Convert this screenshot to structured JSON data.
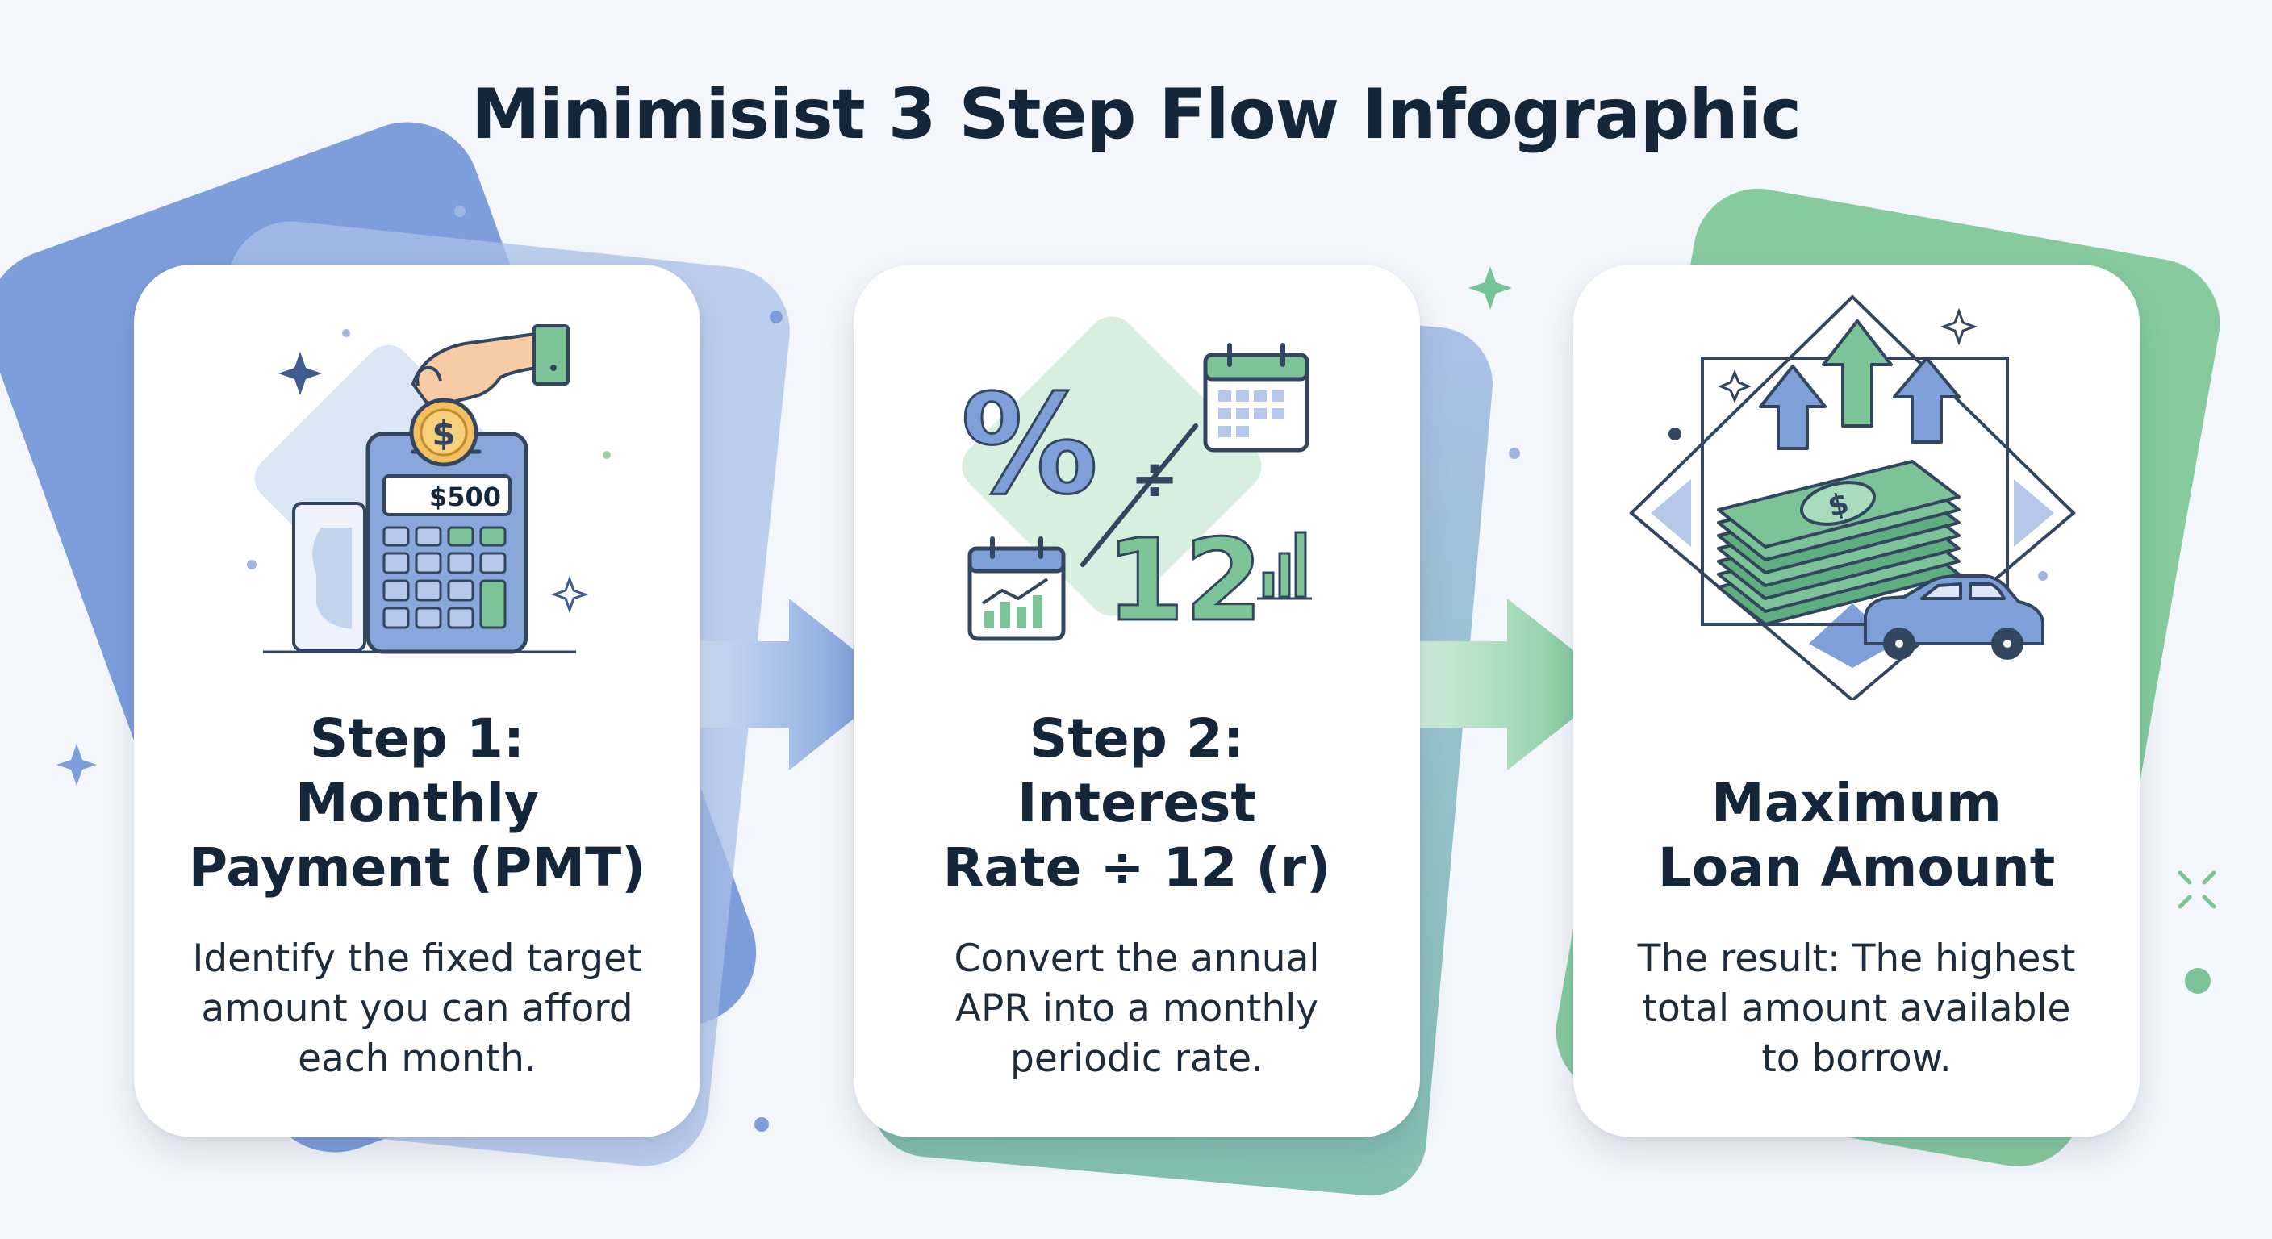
{
  "title": "Minimisist 3 Step Flow Infographic",
  "steps": [
    {
      "heading_lines": [
        "Step 1:",
        "Monthly",
        "Payment (PMT)"
      ],
      "description_lines": [
        "Identify the fixed target",
        "amount you can afford",
        "each month."
      ],
      "screen_value": "$500",
      "coin_symbol": "$",
      "icon": "calculator-coin-icon"
    },
    {
      "heading_lines": [
        "Step 2:",
        "Interest",
        "Rate ÷ 12 (r)"
      ],
      "description_lines": [
        "Convert the annual",
        "APR into a monthly",
        "periodic rate."
      ],
      "percent_symbol": "%",
      "divide_symbol": "÷",
      "divisor": "12",
      "icon": "percent-divide-calendar-icon"
    },
    {
      "heading_lines": [
        "Maximum",
        "Loan Amount"
      ],
      "description_lines": [
        "The result: The highest",
        "total amount available",
        "to borrow."
      ],
      "bill_symbol": "$",
      "icon": "money-stack-car-icon"
    }
  ],
  "colors": {
    "blue": "#7e9fd8",
    "blue_dark": "#334d74",
    "green": "#7cc497",
    "green_dark": "#3c7a57",
    "title": "#14263a"
  }
}
